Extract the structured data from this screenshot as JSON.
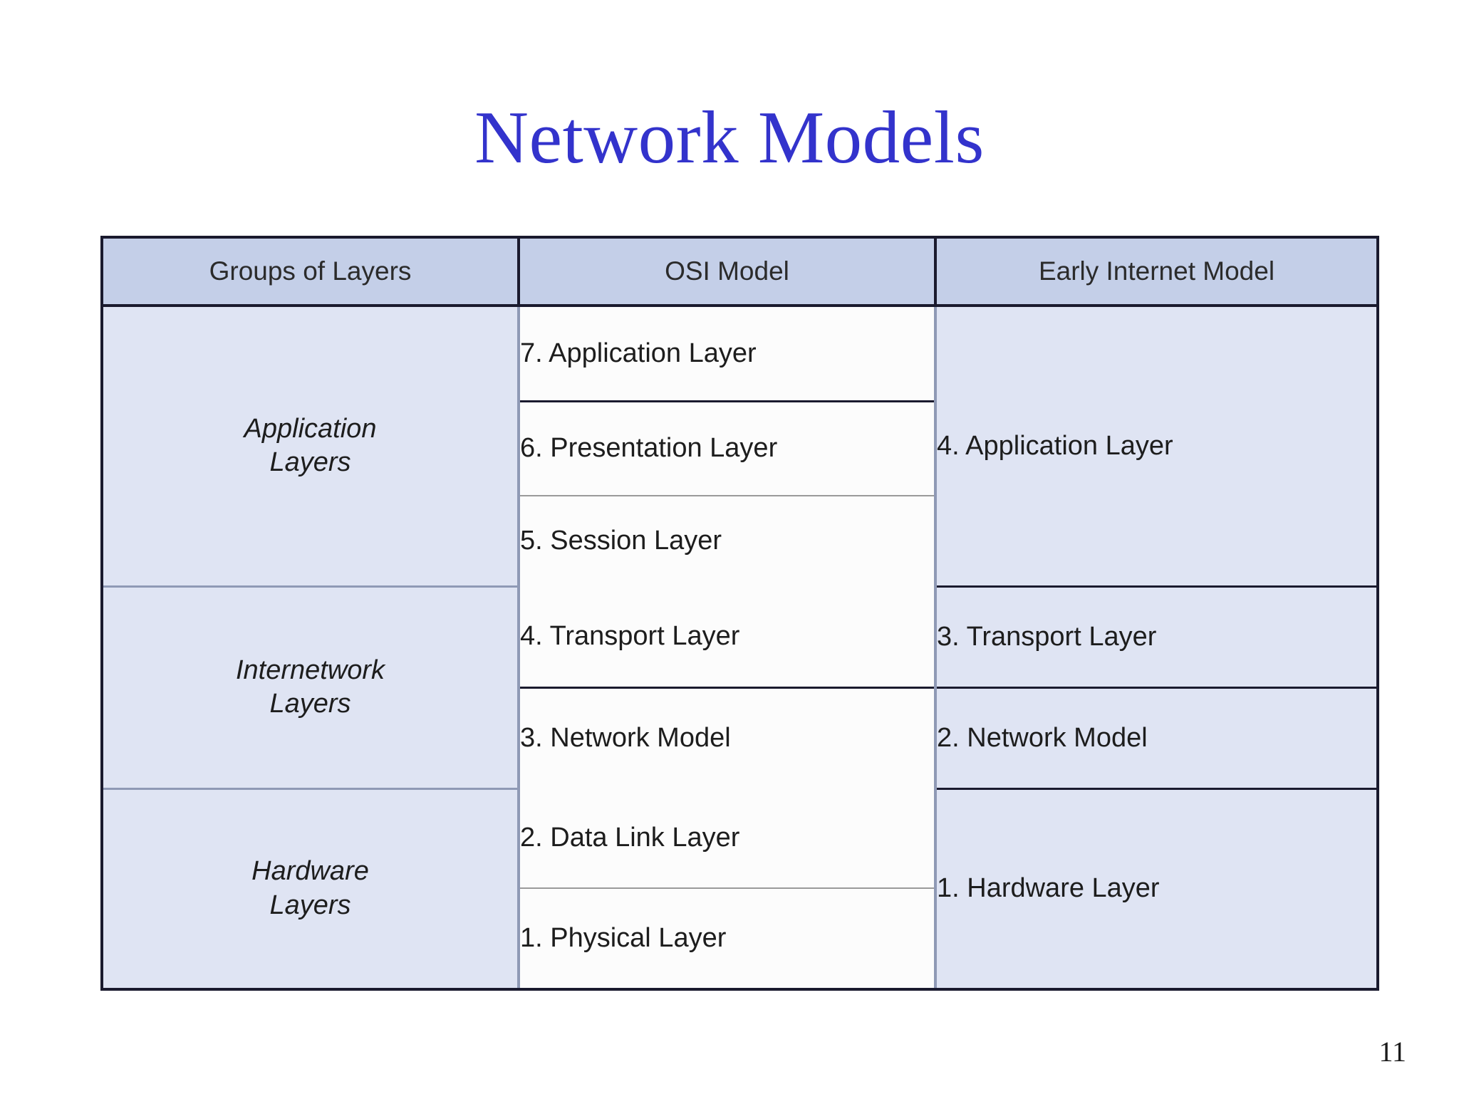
{
  "slide": {
    "title": "Network Models",
    "page_number": "11",
    "title_color": "#3333cc",
    "header_bg": "#c4cfe8",
    "panel_bg": "#dfe4f3",
    "cell_bg": "#fcfcfc",
    "border_color": "#1a1a2e"
  },
  "table": {
    "headers": [
      "Groups of Layers",
      "OSI Model",
      "Early Internet Model"
    ],
    "groups": [
      {
        "label_line1": "Application",
        "label_line2": "Layers"
      },
      {
        "label_line1": "Internetwork",
        "label_line2": "Layers"
      },
      {
        "label_line1": "Hardware",
        "label_line2": "Layers"
      }
    ],
    "osi_layers": [
      "7. Application Layer",
      "6. Presentation Layer",
      "5. Session Layer",
      "4. Transport Layer",
      "3. Network Model",
      "2. Data Link Layer",
      "1. Physical Layer"
    ],
    "early_internet_layers": [
      "4. Application Layer",
      "3. Transport Layer",
      "2. Network Model",
      "1. Hardware Layer"
    ]
  }
}
